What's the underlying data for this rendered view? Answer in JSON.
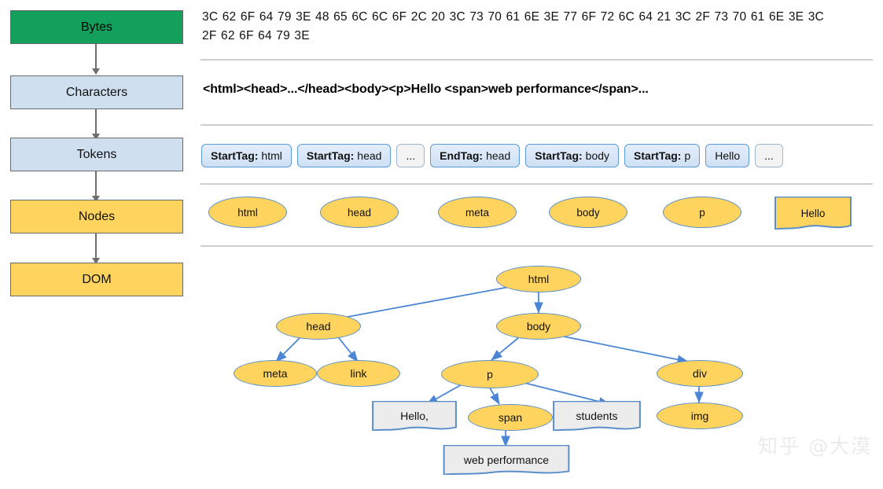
{
  "pipeline": {
    "steps": [
      {
        "label": "Bytes",
        "style": "green"
      },
      {
        "label": "Characters",
        "style": "blue"
      },
      {
        "label": "Tokens",
        "style": "blue"
      },
      {
        "label": "Nodes",
        "style": "yellow"
      },
      {
        "label": "DOM",
        "style": "yellow"
      }
    ]
  },
  "bytes": {
    "hex": "3C 62 6F 64 79 3E 48 65 6C 6C 6F 2C 20 3C 73 70 61 6E 3E 77 6F 72 6C 64 21 3C 2F 73 70 61 6E 3E 3C 2F 62 6F 64 79 3E"
  },
  "characters": {
    "markup": "<html><head>...</head><body><p>Hello <span>web performance</span>..."
  },
  "tokens": [
    {
      "kind": "StartTag",
      "value": "html",
      "type": "tag"
    },
    {
      "kind": "StartTag",
      "value": "head",
      "type": "tag"
    },
    {
      "kind": "",
      "value": "...",
      "type": "plain"
    },
    {
      "kind": "EndTag",
      "value": "head",
      "type": "tag"
    },
    {
      "kind": "StartTag",
      "value": "body",
      "type": "tag"
    },
    {
      "kind": "StartTag",
      "value": "p",
      "type": "tag"
    },
    {
      "kind": "",
      "value": "Hello",
      "type": "tag"
    },
    {
      "kind": "",
      "value": "...",
      "type": "plain"
    }
  ],
  "nodes": [
    {
      "label": "html",
      "shape": "ellipse"
    },
    {
      "label": "head",
      "shape": "ellipse"
    },
    {
      "label": "meta",
      "shape": "ellipse"
    },
    {
      "label": "body",
      "shape": "ellipse"
    },
    {
      "label": "p",
      "shape": "ellipse"
    },
    {
      "label": "Hello",
      "shape": "document"
    }
  ],
  "dom_tree": {
    "elements": [
      {
        "label": "html"
      },
      {
        "label": "head"
      },
      {
        "label": "body"
      },
      {
        "label": "meta"
      },
      {
        "label": "link"
      },
      {
        "label": "p"
      },
      {
        "label": "div"
      },
      {
        "label": "span"
      },
      {
        "label": "img"
      }
    ],
    "text_nodes": [
      {
        "label": "Hello,"
      },
      {
        "label": "students"
      },
      {
        "label": "web performance"
      }
    ]
  },
  "watermark": {
    "text": "知乎 @大漠"
  },
  "colors": {
    "green": "#12a05c",
    "light_blue": "#cfdfef",
    "yellow": "#ffd45e",
    "node_border": "#5b8fc9",
    "edge_blue": "#4a86d4",
    "flow_arrow_gray": "#6e6e6e",
    "separator": "#cfcfcf",
    "text_node_fill": "#ececec"
  }
}
